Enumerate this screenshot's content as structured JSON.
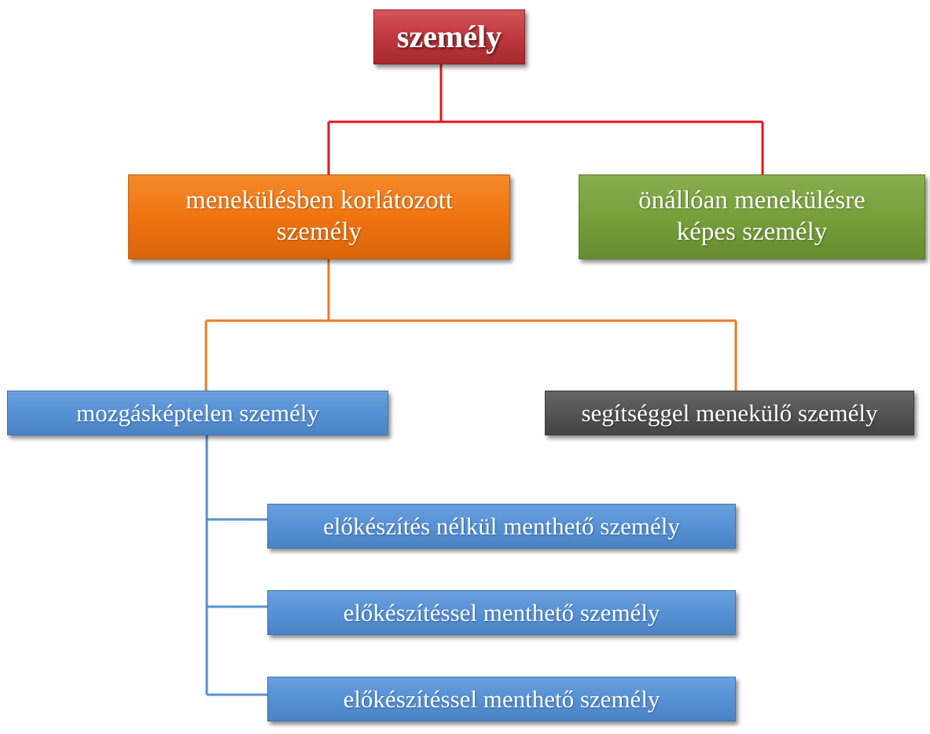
{
  "diagram": {
    "root": {
      "label": "személy"
    },
    "level1": {
      "left": {
        "line1": "menekülésben korlátozott",
        "line2": "személy"
      },
      "right": {
        "line1": "önállóan menekülésre",
        "line2": "képes személy"
      }
    },
    "level2": {
      "left": {
        "label": "mozgásképtelen személy"
      },
      "right": {
        "label": "segítséggel menekülő személy"
      }
    },
    "level3": [
      {
        "label": "előkészítés nélkül menthető személy"
      },
      {
        "label": "előkészítéssel menthető személy"
      },
      {
        "label": "előkészítéssel menthető személy"
      }
    ]
  },
  "colors": {
    "root": "#c0383d",
    "root_connector": "#e3161d",
    "orange": "#ef7410",
    "orange_connector": "#ea7b22",
    "green": "#77a03a",
    "blue": "#5691d6",
    "blue_connector": "#5a8fcf",
    "gray": "#545454",
    "text": "#ffffff"
  }
}
